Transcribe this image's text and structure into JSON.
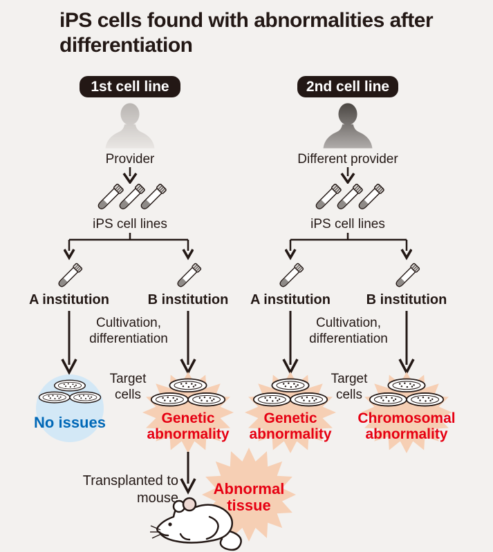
{
  "title": "iPS cells found with abnormalities after differentiation",
  "columns": [
    {
      "badge": "1st cell line",
      "provider_label": "Provider",
      "tubes_caption": "iPS cell lines",
      "cultivation_label": "Cultivation, differentiation",
      "target_cells_label": "Target cells",
      "branches": [
        {
          "institution": "A institution",
          "result_label": "No issues",
          "result_type": "no-issues"
        },
        {
          "institution": "B institution",
          "result_label": "Genetic abnormality",
          "result_type": "abnormality"
        }
      ]
    },
    {
      "badge": "2nd cell line",
      "provider_label": "Different provider",
      "tubes_caption": "iPS cell lines",
      "cultivation_label": "Cultivation, differentiation",
      "target_cells_label": "Target cells",
      "branches": [
        {
          "institution": "A institution",
          "result_label": "Genetic abnormality",
          "result_type": "abnormality"
        },
        {
          "institution": "B institution",
          "result_label": "Chromosomal abnormality",
          "result_type": "abnormality"
        }
      ]
    }
  ],
  "footer": {
    "transplant_label": "Transplanted to mouse",
    "result_label": "Abnormal tissue"
  },
  "colors": {
    "background": "#f3f1ef",
    "ink": "#231815",
    "red": "#e60012",
    "blue": "#0068b7",
    "light_blue_circle": "#d3e8f6",
    "starburst_salmon": "#f6cfb4"
  },
  "icons": {
    "person-icon": "provider silhouette",
    "test-tube-icon": "tilted capped test tube",
    "petri-dish-icon": "dish with cell specks",
    "down-arrow-icon": "line with chevron head",
    "branch-arrow-icon": "T split with two arrows",
    "starburst-icon": "16-point burst",
    "mouse-icon": "lab mouse line drawing"
  }
}
